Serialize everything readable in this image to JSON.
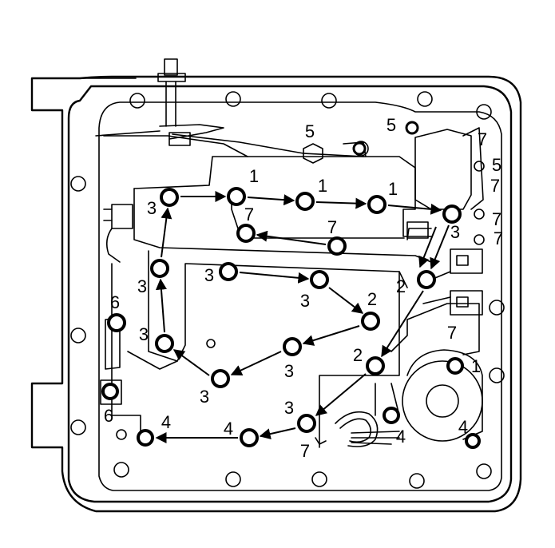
{
  "labels": [
    {
      "id": "l-5-top",
      "text": "5"
    },
    {
      "id": "l-5-right-a",
      "text": "5"
    },
    {
      "id": "l-7-right-a",
      "text": "7"
    },
    {
      "id": "l-5-right-b",
      "text": "5"
    },
    {
      "id": "l-7-right-b",
      "text": "7"
    },
    {
      "id": "l-7-right-c",
      "text": "7"
    },
    {
      "id": "l-7-right-d",
      "text": "7"
    },
    {
      "id": "l-1-a",
      "text": "1"
    },
    {
      "id": "l-1-b",
      "text": "1"
    },
    {
      "id": "l-1-c",
      "text": "1"
    },
    {
      "id": "l-7-a",
      "text": "7"
    },
    {
      "id": "l-7-b",
      "text": "7"
    },
    {
      "id": "l-3-a",
      "text": "3"
    },
    {
      "id": "l-3-b",
      "text": "3"
    },
    {
      "id": "l-3-c",
      "text": "3"
    },
    {
      "id": "l-3-d",
      "text": "3"
    },
    {
      "id": "l-3-e",
      "text": "3"
    },
    {
      "id": "l-3-f",
      "text": "3"
    },
    {
      "id": "l-3-g",
      "text": "3"
    },
    {
      "id": "l-3-h",
      "text": "3"
    },
    {
      "id": "l-3-i",
      "text": "3"
    },
    {
      "id": "l-2-a",
      "text": "2"
    },
    {
      "id": "l-2-b",
      "text": "2"
    },
    {
      "id": "l-2-c",
      "text": "2"
    },
    {
      "id": "l-6-a",
      "text": "6"
    },
    {
      "id": "l-6-b",
      "text": "6"
    },
    {
      "id": "l-4-a",
      "text": "4"
    },
    {
      "id": "l-4-b",
      "text": "4"
    },
    {
      "id": "l-4-c",
      "text": "4"
    },
    {
      "id": "l-4-d",
      "text": "4"
    },
    {
      "id": "l-7-bottom",
      "text": "7"
    },
    {
      "id": "l-7-lower",
      "text": "7"
    },
    {
      "id": "l-1-right",
      "text": "1"
    }
  ]
}
